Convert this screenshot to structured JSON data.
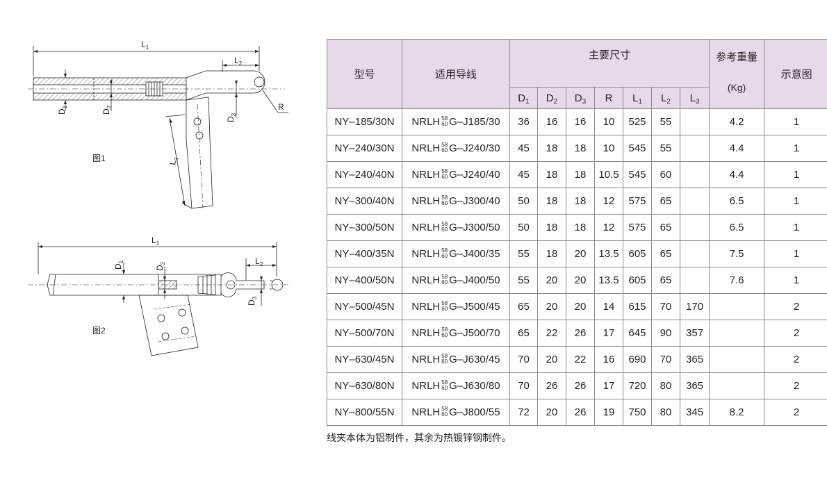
{
  "figure1": {
    "caption": "图1",
    "labels": {
      "L1": "L",
      "L1_sub": "1",
      "L2": "L",
      "L2_sub": "2",
      "L3": "L",
      "L3_sub": "3",
      "D1": "D",
      "D1_sub": "1",
      "D2": "D",
      "D2_sub": "2",
      "D3": "D",
      "D3_sub": "3",
      "R": "R"
    }
  },
  "figure2": {
    "caption": "图2",
    "labels": {
      "L1": "L",
      "L1_sub": "1",
      "L2": "L",
      "L2_sub": "2",
      "D1": "D",
      "D1_sub": "1",
      "D2": "D",
      "D2_sub": "2",
      "D3": "D",
      "D3_sub": "3"
    }
  },
  "table": {
    "headers": {
      "model": "型号",
      "conductor": "适用导线",
      "dimensions": "主要尺寸",
      "weight": "参考重量",
      "weight_unit": "(Kg)",
      "diagram": "示意图",
      "sub": [
        {
          "main": "D",
          "sub": "1"
        },
        {
          "main": "D",
          "sub": "2"
        },
        {
          "main": "D",
          "sub": "3"
        },
        {
          "main": "R",
          "sub": ""
        },
        {
          "main": "L",
          "sub": "1"
        },
        {
          "main": "L",
          "sub": "2"
        },
        {
          "main": "L",
          "sub": "3"
        }
      ]
    },
    "rows": [
      {
        "model": "NY–185/30N",
        "cond_prefix": "NRLH",
        "cond_top": "58",
        "cond_bottom": "60",
        "cond_suffix": "G–J185/30",
        "d1": "36",
        "d2": "16",
        "d3": "16",
        "r": "10",
        "l1": "525",
        "l2": "55",
        "l3": "",
        "weight": "4.2",
        "diagram": "1"
      },
      {
        "model": "NY–240/30N",
        "cond_prefix": "NRLH",
        "cond_top": "58",
        "cond_bottom": "60",
        "cond_suffix": "G–J240/30",
        "d1": "45",
        "d2": "18",
        "d3": "18",
        "r": "10",
        "l1": "545",
        "l2": "55",
        "l3": "",
        "weight": "4.4",
        "diagram": "1"
      },
      {
        "model": "NY–240/40N",
        "cond_prefix": "NRLH",
        "cond_top": "58",
        "cond_bottom": "60",
        "cond_suffix": "G–J240/40",
        "d1": "45",
        "d2": "18",
        "d3": "18",
        "r": "10.5",
        "l1": "545",
        "l2": "60",
        "l3": "",
        "weight": "4.4",
        "diagram": "1"
      },
      {
        "model": "NY–300/40N",
        "cond_prefix": "NRLH",
        "cond_top": "58",
        "cond_bottom": "60",
        "cond_suffix": "G–J300/40",
        "d1": "50",
        "d2": "18",
        "d3": "18",
        "r": "12",
        "l1": "575",
        "l2": "65",
        "l3": "",
        "weight": "6.5",
        "diagram": "1"
      },
      {
        "model": "NY–300/50N",
        "cond_prefix": "NRLH",
        "cond_top": "58",
        "cond_bottom": "60",
        "cond_suffix": "G–J300/50",
        "d1": "50",
        "d2": "18",
        "d3": "18",
        "r": "12",
        "l1": "575",
        "l2": "65",
        "l3": "",
        "weight": "6.5",
        "diagram": "1"
      },
      {
        "model": "NY–400/35N",
        "cond_prefix": "NRLH",
        "cond_top": "58",
        "cond_bottom": "60",
        "cond_suffix": "G–J400/35",
        "d1": "55",
        "d2": "18",
        "d3": "20",
        "r": "13.5",
        "l1": "605",
        "l2": "65",
        "l3": "",
        "weight": "7.5",
        "diagram": "1"
      },
      {
        "model": "NY–400/50N",
        "cond_prefix": "NRLH",
        "cond_top": "58",
        "cond_bottom": "60",
        "cond_suffix": "G–J400/50",
        "d1": "55",
        "d2": "20",
        "d3": "20",
        "r": "13.5",
        "l1": "605",
        "l2": "65",
        "l3": "",
        "weight": "7.6",
        "diagram": "1"
      },
      {
        "model": "NY–500/45N",
        "cond_prefix": "NRLH",
        "cond_top": "58",
        "cond_bottom": "60",
        "cond_suffix": "G–J500/45",
        "d1": "65",
        "d2": "20",
        "d3": "20",
        "r": "14",
        "l1": "615",
        "l2": "70",
        "l3": "170",
        "weight": "",
        "diagram": "2"
      },
      {
        "model": "NY–500/70N",
        "cond_prefix": "NRLH",
        "cond_top": "58",
        "cond_bottom": "60",
        "cond_suffix": "G–J500/70",
        "d1": "65",
        "d2": "22",
        "d3": "26",
        "r": "17",
        "l1": "645",
        "l2": "90",
        "l3": "357",
        "weight": "",
        "diagram": "2"
      },
      {
        "model": "NY–630/45N",
        "cond_prefix": "NRLH",
        "cond_top": "58",
        "cond_bottom": "60",
        "cond_suffix": "G–J630/45",
        "d1": "70",
        "d2": "20",
        "d3": "22",
        "r": "16",
        "l1": "690",
        "l2": "70",
        "l3": "365",
        "weight": "",
        "diagram": "2"
      },
      {
        "model": "NY–630/80N",
        "cond_prefix": "NRLH",
        "cond_top": "58",
        "cond_bottom": "60",
        "cond_suffix": "G–J630/80",
        "d1": "70",
        "d2": "26",
        "d3": "26",
        "r": "17",
        "l1": "720",
        "l2": "80",
        "l3": "365",
        "weight": "",
        "diagram": "2"
      },
      {
        "model": "NY–800/55N",
        "cond_prefix": "NRLH",
        "cond_top": "58",
        "cond_bottom": "60",
        "cond_suffix": "G–J800/55",
        "d1": "72",
        "d2": "20",
        "d3": "26",
        "r": "19",
        "l1": "750",
        "l2": "80",
        "l3": "345",
        "weight": "8.2",
        "diagram": "2"
      }
    ]
  },
  "footnote": "线夹本体为铝制件，其余为热镀锌钢制件。"
}
